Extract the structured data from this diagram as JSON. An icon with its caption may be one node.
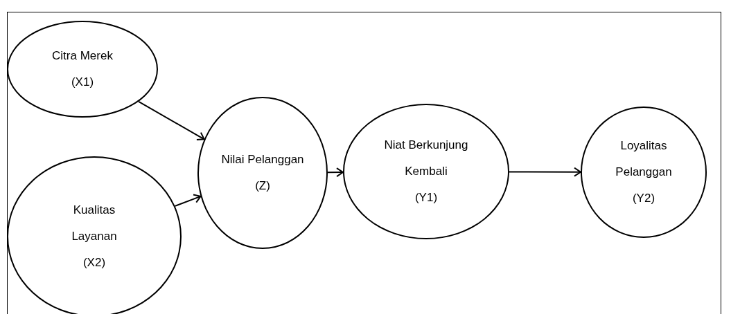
{
  "diagram": {
    "nodes": [
      {
        "text": [
          "Citra Merek",
          "(X1)"
        ]
      },
      {
        "text": [
          "Kualitas Layanan",
          "(X2)"
        ]
      },
      {
        "text": [
          "Nilai Pelanggan",
          "(Z)"
        ]
      },
      {
        "text": [
          "Niat Berkunjung Kembali",
          "(Y1)"
        ]
      },
      {
        "text": [
          "Loyalitas Pelanggan",
          "(Y2)"
        ]
      }
    ],
    "edges": [
      {
        "from": 0,
        "to": 2,
        "arrow": "to"
      },
      {
        "from": 1,
        "to": 2,
        "arrow": "to"
      },
      {
        "from": 2,
        "to": 3,
        "arrow": "to"
      },
      {
        "from": 3,
        "to": 4,
        "arrow": "to"
      }
    ]
  }
}
